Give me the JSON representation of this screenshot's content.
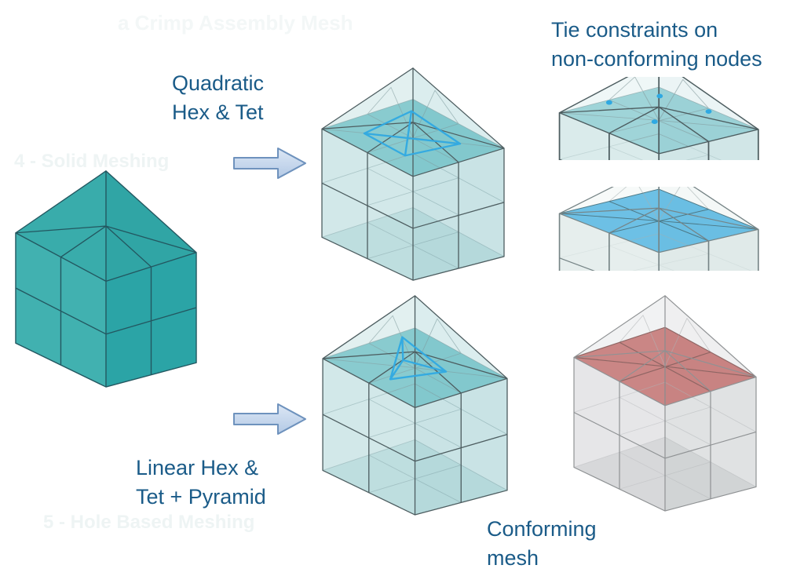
{
  "labels": {
    "quadratic": {
      "line1": "Quadratic",
      "line2": "Hex & Tet"
    },
    "tie_constraints": {
      "line1": "Tie constraints on",
      "line2": "non-conforming nodes"
    },
    "linear": {
      "line1": "Linear Hex &",
      "line2": "Tet + Pyramid"
    },
    "conforming": {
      "line1": "Conforming",
      "line2": "mesh"
    }
  },
  "ghost_text": {
    "top": "a Crimp Assembly Mesh",
    "middle": "4 - Solid Meshing",
    "bottom": "5 - Hole Based Meshing"
  },
  "figures": {
    "source_mesh": {
      "label": "Solid teal house-shaped source mesh"
    },
    "quadratic_mesh": {
      "label": "Transparent quadratic hex and tet mesh with highlighted pyramid interface"
    },
    "linear_mesh": {
      "label": "Transparent linear hex, tet and pyramid mesh with highlighted tet element"
    },
    "tie_nodes_closeup": {
      "label": "Close-up of non-conforming nodes with tie constraints"
    },
    "tie_surface_closeup": {
      "label": "Close-up of tied interface surface"
    },
    "conforming_mesh": {
      "label": "Gray conforming mesh with highlighted interface surface"
    }
  },
  "icons": {
    "arrow_right_1": "block-arrow-right",
    "arrow_right_2": "block-arrow-right"
  },
  "colors": {
    "label_text": "#1A5B88",
    "solid_teal": "#2FA7A7",
    "translucent_teal": "#AFD6D8",
    "highlight_blue": "#2FA9E2",
    "interface_red": "#C0504D",
    "gray_mesh": "#D6D7D9",
    "arrow_fill_light": "#DCE7F5",
    "arrow_fill_dark": "#B3C9E5",
    "arrow_border": "#6E92BD"
  }
}
